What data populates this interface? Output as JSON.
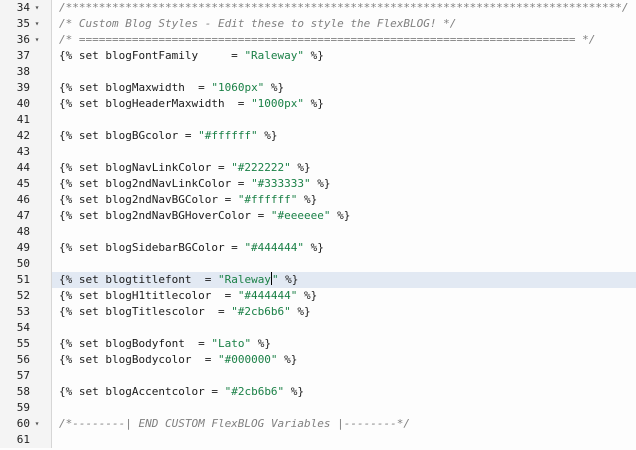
{
  "editor": {
    "language": "HubL/Jinja CSS template",
    "active_line": 51,
    "fold_icon": "▾",
    "colors": {
      "background": "#fdfdfd",
      "gutter_background": "#f4f4f4",
      "gutter_border": "#d6d6d6",
      "line_number": "#222222",
      "text": "#1b1b1b",
      "string": "#1a8046",
      "comment": "#7f7f7f",
      "active_line_background": "#e2e9f3",
      "cursor": "#000000"
    },
    "variables": {
      "blogFontFamily": "Raleway",
      "blogMaxwidth": "1060px",
      "blogHeaderMaxwidth": "1000px",
      "blogBGcolor": "#ffffff",
      "blogNavLinkColor": "#222222",
      "blog2ndNavLinkColor": "#333333",
      "blog2ndNavBGColor": "#ffffff",
      "blog2ndNavBGHoverColor": "#eeeeee",
      "blogSidebarBGColor": "#444444",
      "blogtitlefont": "Raleway",
      "blogH1titlecolor": "#444444",
      "blogTitlescolor": "#2cb6b6",
      "blogBodyfont": "Lato",
      "blogBodycolor": "#000000",
      "blogAccentcolor": "#2cb6b6"
    },
    "lines": [
      {
        "no": 34,
        "fold": true,
        "seg": [
          [
            "c",
            "/************************************************************************************/"
          ]
        ]
      },
      {
        "no": 35,
        "fold": true,
        "seg": [
          [
            "c",
            "/* Custom Blog Styles - Edit these to style the FlexBLOG! */"
          ]
        ]
      },
      {
        "no": 36,
        "fold": true,
        "seg": [
          [
            "c",
            "/* =========================================================================== */"
          ]
        ]
      },
      {
        "no": 37,
        "seg": [
          [
            "p",
            "{% set blogFontFamily     = "
          ],
          [
            "s",
            "\"Raleway\""
          ],
          [
            "p",
            " %}"
          ]
        ]
      },
      {
        "no": 38,
        "seg": []
      },
      {
        "no": 39,
        "seg": [
          [
            "p",
            "{% set blogMaxwidth  = "
          ],
          [
            "s",
            "\"1060px\""
          ],
          [
            "p",
            " %}"
          ]
        ]
      },
      {
        "no": 40,
        "seg": [
          [
            "p",
            "{% set blogHeaderMaxwidth  = "
          ],
          [
            "s",
            "\"1000px\""
          ],
          [
            "p",
            " %}"
          ]
        ]
      },
      {
        "no": 41,
        "seg": []
      },
      {
        "no": 42,
        "seg": [
          [
            "p",
            "{% set blogBGcolor = "
          ],
          [
            "s",
            "\"#ffffff\""
          ],
          [
            "p",
            " %}"
          ]
        ]
      },
      {
        "no": 43,
        "seg": []
      },
      {
        "no": 44,
        "seg": [
          [
            "p",
            "{% set blogNavLinkColor = "
          ],
          [
            "s",
            "\"#222222\""
          ],
          [
            "p",
            " %}"
          ]
        ]
      },
      {
        "no": 45,
        "seg": [
          [
            "p",
            "{% set blog2ndNavLinkColor = "
          ],
          [
            "s",
            "\"#333333\""
          ],
          [
            "p",
            " %}"
          ]
        ]
      },
      {
        "no": 46,
        "seg": [
          [
            "p",
            "{% set blog2ndNavBGColor = "
          ],
          [
            "s",
            "\"#ffffff\""
          ],
          [
            "p",
            " %}"
          ]
        ]
      },
      {
        "no": 47,
        "seg": [
          [
            "p",
            "{% set blog2ndNavBGHoverColor = "
          ],
          [
            "s",
            "\"#eeeeee\""
          ],
          [
            "p",
            " %}"
          ]
        ]
      },
      {
        "no": 48,
        "seg": []
      },
      {
        "no": 49,
        "seg": [
          [
            "p",
            "{% set blogSidebarBGColor = "
          ],
          [
            "s",
            "\"#444444\""
          ],
          [
            "p",
            " %}"
          ]
        ]
      },
      {
        "no": 50,
        "seg": []
      },
      {
        "no": 51,
        "active": true,
        "seg": [
          [
            "p",
            "{% set blogtitlefont  = "
          ],
          [
            "s",
            "\"Raleway"
          ],
          [
            "cur",
            ""
          ],
          [
            "s",
            "\""
          ],
          [
            "p",
            " %}"
          ]
        ]
      },
      {
        "no": 52,
        "seg": [
          [
            "p",
            "{% set blogH1titlecolor  = "
          ],
          [
            "s",
            "\"#444444\""
          ],
          [
            "p",
            " %}"
          ]
        ]
      },
      {
        "no": 53,
        "seg": [
          [
            "p",
            "{% set blogTitlescolor  = "
          ],
          [
            "s",
            "\"#2cb6b6\""
          ],
          [
            "p",
            " %}"
          ]
        ]
      },
      {
        "no": 54,
        "seg": []
      },
      {
        "no": 55,
        "seg": [
          [
            "p",
            "{% set blogBodyfont  = "
          ],
          [
            "s",
            "\"Lato\""
          ],
          [
            "p",
            " %}"
          ]
        ]
      },
      {
        "no": 56,
        "seg": [
          [
            "p",
            "{% set blogBodycolor  = "
          ],
          [
            "s",
            "\"#000000\""
          ],
          [
            "p",
            " %}"
          ]
        ]
      },
      {
        "no": 57,
        "seg": []
      },
      {
        "no": 58,
        "seg": [
          [
            "p",
            "{% set blogAccentcolor = "
          ],
          [
            "s",
            "\"#2cb6b6\""
          ],
          [
            "p",
            " %}"
          ]
        ]
      },
      {
        "no": 59,
        "seg": []
      },
      {
        "no": 60,
        "fold": true,
        "seg": [
          [
            "c",
            "/*--------| END CUSTOM FlexBLOG Variables |--------*/"
          ]
        ]
      },
      {
        "no": 61,
        "seg": []
      }
    ]
  }
}
